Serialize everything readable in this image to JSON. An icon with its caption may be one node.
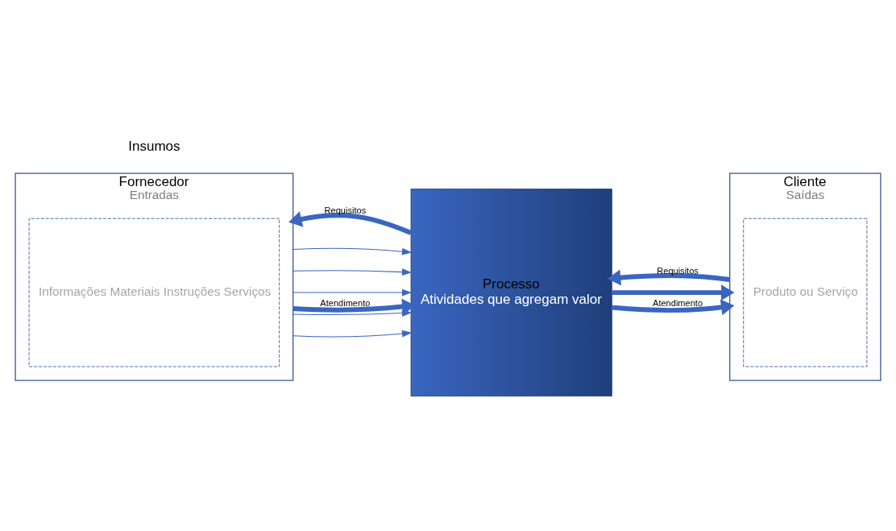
{
  "diagram": {
    "nodes": [
      {
        "text": [
          "Fornecedor",
          "Entradas"
        ]
      },
      {
        "text": [
          "Informações Materiais Instruções Serviços"
        ],
        "in": 0
      },
      {
        "text": [
          "Processo",
          "Atividades que agregam valor"
        ]
      },
      {
        "text": [
          "Cliente",
          "Saídas"
        ]
      },
      {
        "text": [
          "Produto ou Serviço"
        ],
        "in": 3
      }
    ],
    "edges": [
      {
        "from": 2,
        "to": 0,
        "label": "Requisitos",
        "arrow": "to",
        "style": "thick"
      },
      {
        "from": 3,
        "to": 2,
        "label": "Requisitos",
        "arrow": "to",
        "style": "thick"
      },
      {
        "from": 0,
        "to": 2,
        "arrow": "to"
      },
      {
        "from": 0,
        "to": 2,
        "arrow": "to"
      },
      {
        "from": 0,
        "to": 2,
        "arrow": "to"
      },
      {
        "from": 0,
        "to": 2,
        "arrow": "to"
      },
      {
        "from": 0,
        "to": 2,
        "arrow": "to"
      },
      {
        "from": 2,
        "to": 3,
        "arrow": "to",
        "style": "thick"
      },
      {
        "from": 0,
        "to": 2,
        "label": "Atendimento",
        "arrow": "to",
        "style": "thick"
      },
      {
        "from": 2,
        "to": 3,
        "label": "Atendimento",
        "arrow": "to",
        "style": "thick"
      }
    ],
    "labels": [
      "Insumos"
    ]
  }
}
